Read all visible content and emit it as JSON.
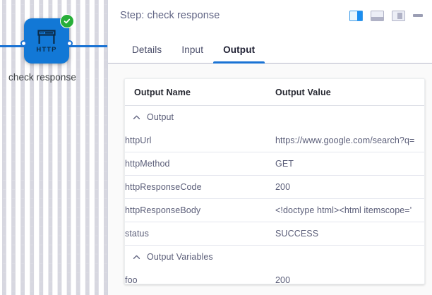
{
  "canvas": {
    "node": {
      "icon_name": "http-icon",
      "icon_label": "HTTP",
      "label": "check response",
      "status_icon": "check-circle-icon",
      "node_color": "#1278d6",
      "status_color": "#27ae38",
      "edge_color": "#1a73d4"
    }
  },
  "panel": {
    "title": "Step: check response",
    "actions": [
      {
        "name": "layout-right-icon",
        "label": "Right panel layout",
        "active": true
      },
      {
        "name": "layout-bottom-icon",
        "label": "Bottom panel layout",
        "active": false
      },
      {
        "name": "layout-inner-icon",
        "label": "Inner panel layout",
        "active": false
      },
      {
        "name": "minimize-icon",
        "label": "Minimize panel",
        "active": false
      }
    ],
    "tabs": [
      {
        "label": "Details",
        "active": false
      },
      {
        "label": "Input",
        "active": false
      },
      {
        "label": "Output",
        "active": true
      }
    ],
    "accent_color": "#1a73d4",
    "table": {
      "headers": [
        "Output Name",
        "Output Value"
      ],
      "groups": [
        {
          "label": "Output",
          "expanded": true,
          "collapse_icon": "chevron-up-icon",
          "rows": [
            {
              "name": "httpUrl",
              "value": "https://www.google.com/search?q="
            },
            {
              "name": "httpMethod",
              "value": "GET"
            },
            {
              "name": "httpResponseCode",
              "value": "200"
            },
            {
              "name": "httpResponseBody",
              "value": "<!doctype html><html itemscope='"
            },
            {
              "name": "status",
              "value": "SUCCESS"
            }
          ]
        },
        {
          "label": "Output Variables",
          "expanded": true,
          "collapse_icon": "chevron-up-icon",
          "rows": [
            {
              "name": "foo",
              "value": "200"
            }
          ]
        }
      ]
    }
  }
}
